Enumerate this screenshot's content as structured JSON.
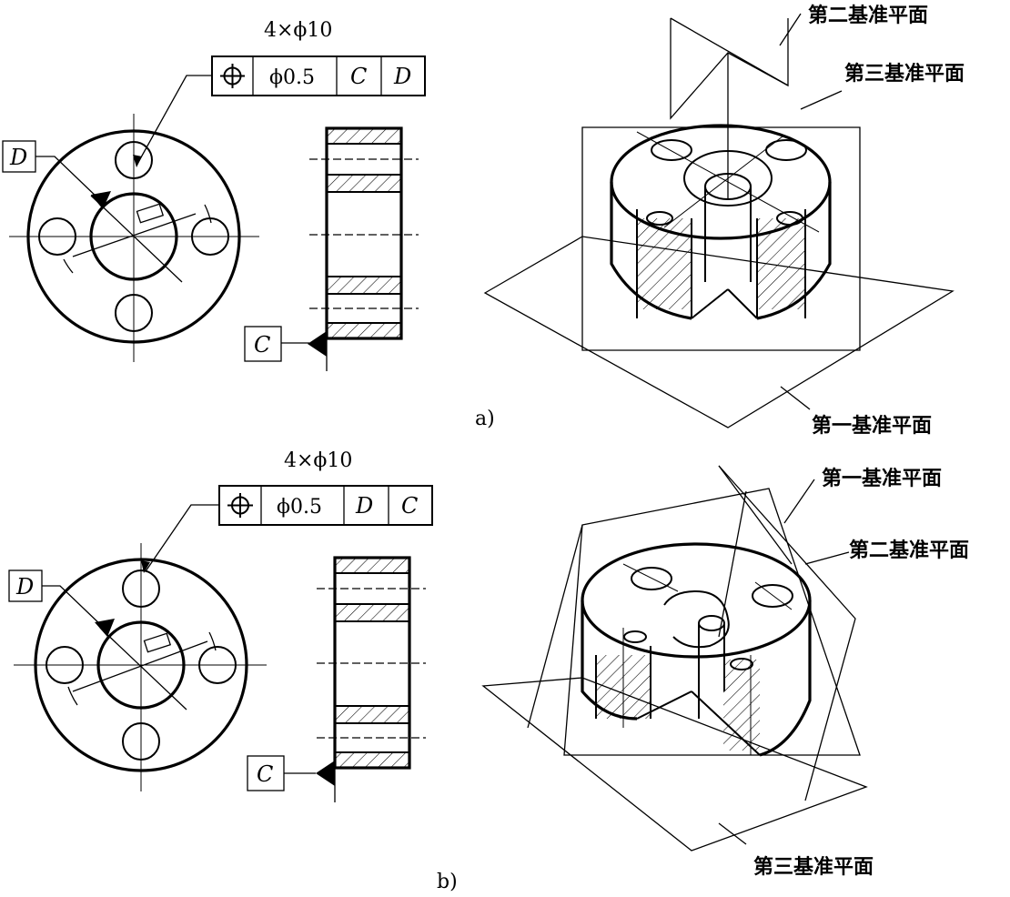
{
  "view_a": {
    "hole_callout": "4×ϕ10",
    "fcf": {
      "tolerance": "ϕ0.5",
      "datum1": "C",
      "datum2": "D"
    },
    "datum_d": "D",
    "datum_c": "C",
    "planes": {
      "second": "第二基准平面",
      "third": "第三基准平面",
      "first": "第一基准平面"
    },
    "caption": "a)"
  },
  "view_b": {
    "hole_callout": "4×ϕ10",
    "fcf": {
      "tolerance": "ϕ0.5",
      "datum1": "D",
      "datum2": "C"
    },
    "datum_d": "D",
    "datum_c": "C",
    "planes": {
      "first": "第一基准平面",
      "second": "第二基准平面",
      "third": "第三基准平面"
    },
    "caption": "b)"
  },
  "icons": {
    "position": "position-tolerance-icon"
  }
}
